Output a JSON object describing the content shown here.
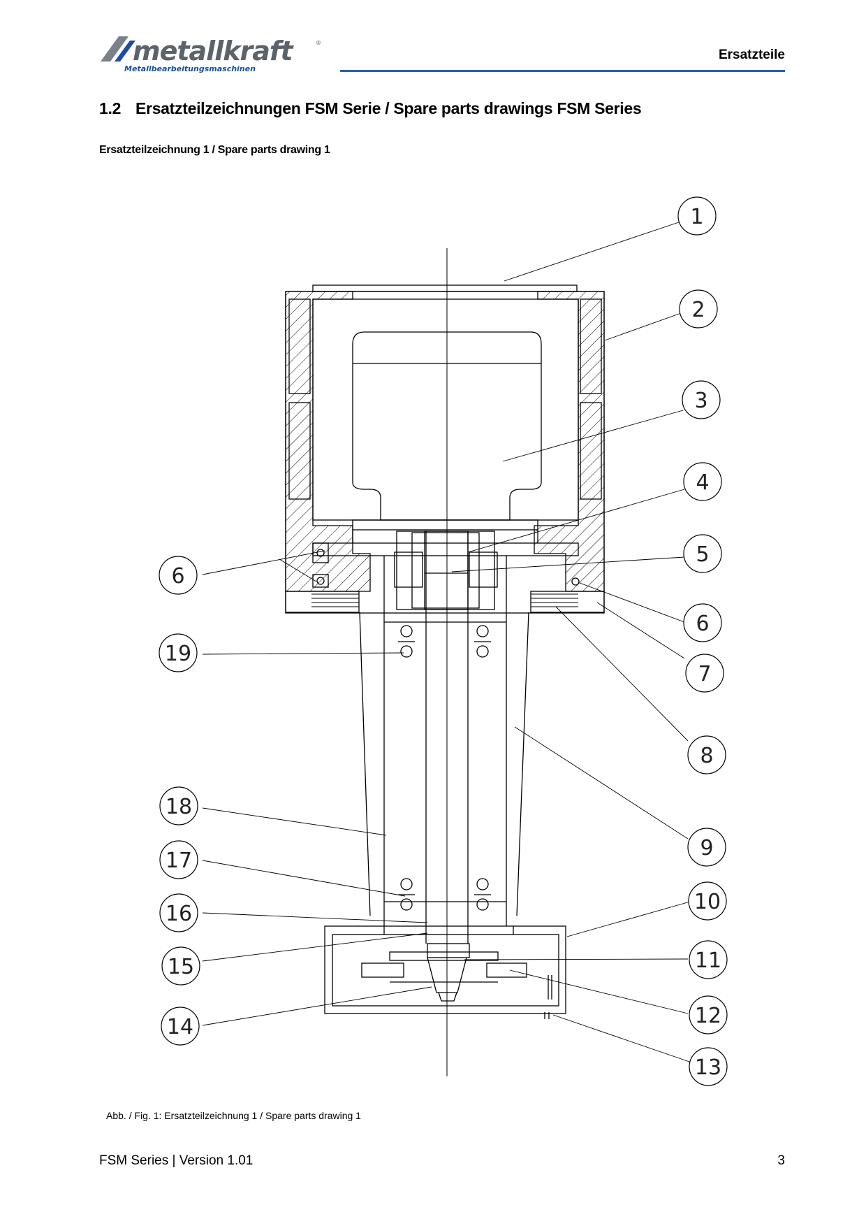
{
  "header": {
    "brand": "metallkraft",
    "brand_tagline": "Metallbearbeitungsmaschinen",
    "section": "Ersatzteile",
    "rule_color": "#2b5fb3"
  },
  "title": {
    "number": "1.2",
    "text": "Ersatzteilzeichnungen FSM Serie / Spare parts drawings FSM Series"
  },
  "subtitle": "Ersatzteilzeichnung 1 / Spare parts drawing 1",
  "callouts": [
    "1",
    "2",
    "3",
    "4",
    "5",
    "6",
    "6",
    "7",
    "8",
    "9",
    "10",
    "11",
    "12",
    "13",
    "14",
    "15",
    "16",
    "17",
    "18",
    "19"
  ],
  "caption": "Abb. / Fig. 1: Ersatzteilzeichnung 1 / Spare parts drawing 1",
  "footer": {
    "doc": "FSM Series | Version 1.01",
    "page": "3"
  }
}
